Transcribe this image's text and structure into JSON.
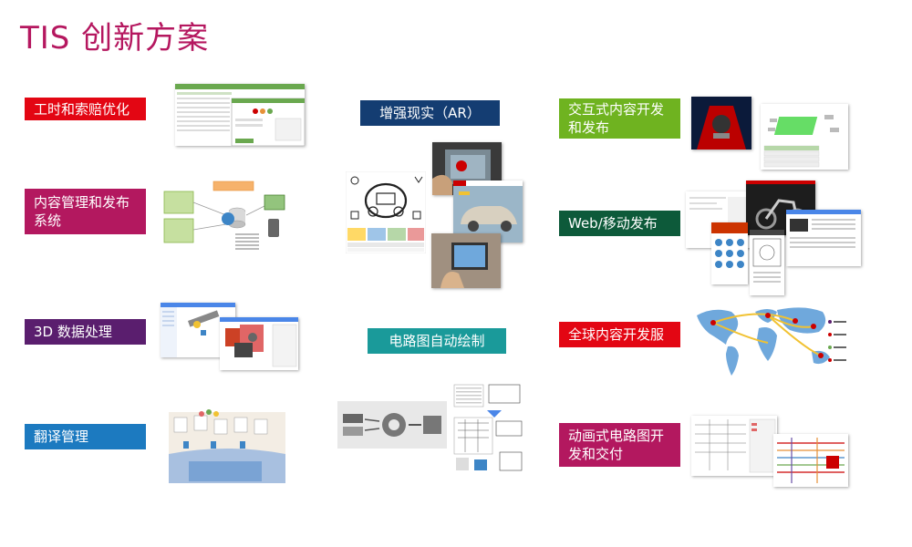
{
  "title": "TIS 创新方案",
  "colors": {
    "title": "#b5175f",
    "red": "#e30613",
    "magenta": "#b3185f",
    "purple": "#5a1e6e",
    "blue": "#1c7ac0",
    "navy": "#143d72",
    "teal": "#1a9a9a",
    "green": "#6fb320",
    "darkgreen": "#0d5a3a"
  },
  "labels": {
    "labor": "工时和索赔优化",
    "content_mgmt": "内容管理和发布系统",
    "data3d": "3D 数据处理",
    "translation": "翻译管理",
    "ar": "增强现实（AR）",
    "circuit": "电路图自动绘制",
    "interactive": "交互式内容开发和发布",
    "web_mobile": "Web/移动发布",
    "global": "全球内容开发服",
    "animated": "动画式电路图开发和交付"
  },
  "images": [
    "labor-screenshot",
    "content-mgmt-diagram",
    "3d-data-screenshot",
    "translation-diagram",
    "ar-photos",
    "circuit-diagram",
    "interactive-3d-screenshot",
    "web-mobile-screenshots",
    "world-map",
    "animated-circuit-screenshot"
  ]
}
